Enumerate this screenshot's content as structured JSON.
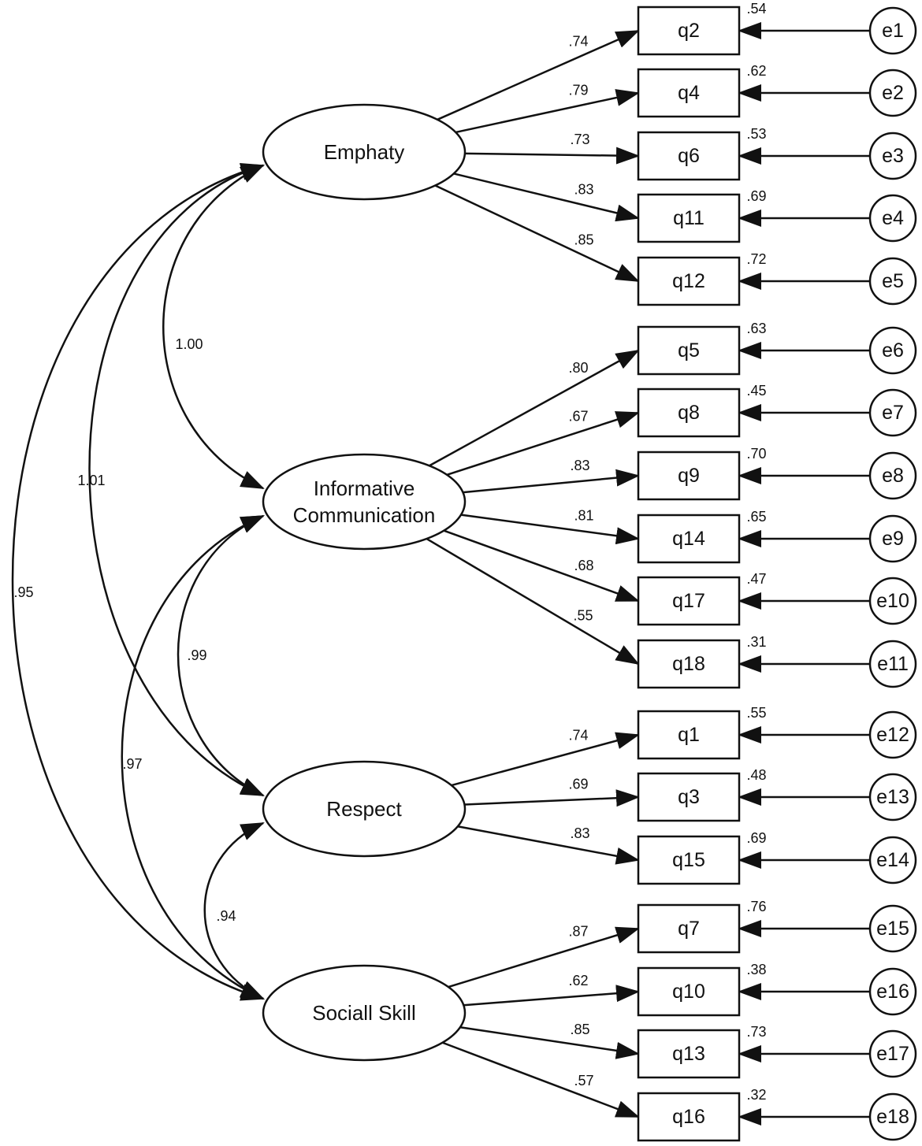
{
  "latents": [
    {
      "id": "emphaty",
      "lines": [
        "Emphaty"
      ]
    },
    {
      "id": "informative-communication",
      "lines": [
        "Informative",
        "Communication"
      ]
    },
    {
      "id": "respect",
      "lines": [
        "Respect"
      ]
    },
    {
      "id": "sociall-skill",
      "lines": [
        "Sociall Skill"
      ]
    }
  ],
  "indicators": [
    {
      "latent": "emphaty",
      "name": "q2",
      "loading": ".74",
      "r2": ".54",
      "error": "e1"
    },
    {
      "latent": "emphaty",
      "name": "q4",
      "loading": ".79",
      "r2": ".62",
      "error": "e2"
    },
    {
      "latent": "emphaty",
      "name": "q6",
      "loading": ".73",
      "r2": ".53",
      "error": "e3"
    },
    {
      "latent": "emphaty",
      "name": "q11",
      "loading": ".83",
      "r2": ".69",
      "error": "e4"
    },
    {
      "latent": "emphaty",
      "name": "q12",
      "loading": ".85",
      "r2": ".72",
      "error": "e5"
    },
    {
      "latent": "informative-communication",
      "name": "q5",
      "loading": ".80",
      "r2": ".63",
      "error": "e6"
    },
    {
      "latent": "informative-communication",
      "name": "q8",
      "loading": ".67",
      "r2": ".45",
      "error": "e7"
    },
    {
      "latent": "informative-communication",
      "name": "q9",
      "loading": ".83",
      "r2": ".70",
      "error": "e8"
    },
    {
      "latent": "informative-communication",
      "name": "q14",
      "loading": ".81",
      "r2": ".65",
      "error": "e9"
    },
    {
      "latent": "informative-communication",
      "name": "q17",
      "loading": ".68",
      "r2": ".47",
      "error": "e10"
    },
    {
      "latent": "informative-communication",
      "name": "q18",
      "loading": ".55",
      "r2": ".31",
      "error": "e11"
    },
    {
      "latent": "respect",
      "name": "q1",
      "loading": ".74",
      "r2": ".55",
      "error": "e12"
    },
    {
      "latent": "respect",
      "name": "q3",
      "loading": ".69",
      "r2": ".48",
      "error": "e13"
    },
    {
      "latent": "respect",
      "name": "q15",
      "loading": ".83",
      "r2": ".69",
      "error": "e14"
    },
    {
      "latent": "sociall-skill",
      "name": "q7",
      "loading": ".87",
      "r2": ".76",
      "error": "e15"
    },
    {
      "latent": "sociall-skill",
      "name": "q10",
      "loading": ".62",
      "r2": ".38",
      "error": "e16"
    },
    {
      "latent": "sociall-skill",
      "name": "q13",
      "loading": ".85",
      "r2": ".73",
      "error": "e17"
    },
    {
      "latent": "sociall-skill",
      "name": "q16",
      "loading": ".57",
      "r2": ".32",
      "error": "e18"
    }
  ],
  "covariances": [
    {
      "from": "emphaty",
      "to": "informative-communication",
      "value": "1.00"
    },
    {
      "from": "emphaty",
      "to": "respect",
      "value": "1.01"
    },
    {
      "from": "emphaty",
      "to": "sociall-skill",
      "value": ".95"
    },
    {
      "from": "informative-communication",
      "to": "respect",
      "value": ".99"
    },
    {
      "from": "informative-communication",
      "to": "sociall-skill",
      "value": ".97"
    },
    {
      "from": "respect",
      "to": "sociall-skill",
      "value": ".94"
    }
  ]
}
